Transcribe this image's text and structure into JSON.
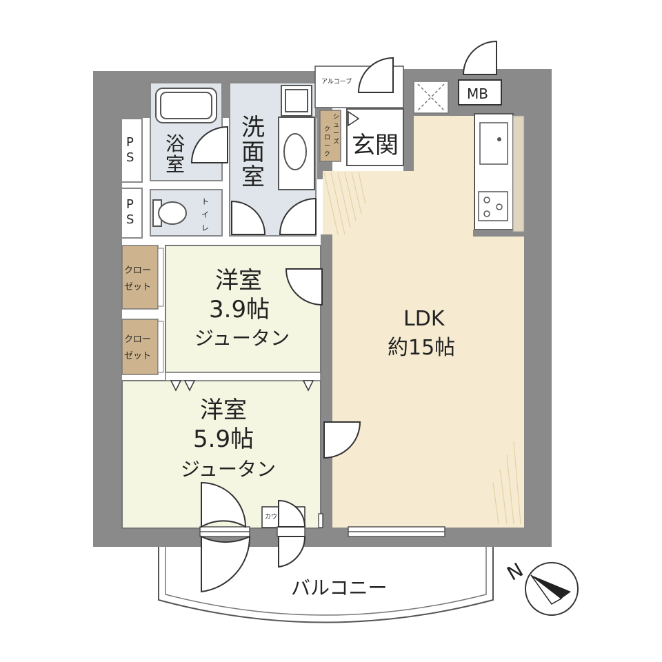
{
  "rooms": {
    "bath": "浴室",
    "washroom": "洗面室",
    "toilet": "トイレ",
    "entrance": "玄関",
    "alcove": "アルコーブ",
    "shoe_cloak": "シューズクローク",
    "mb": "MB",
    "ps": "PS",
    "closet_line1": "クロー",
    "closet_line2": "ゼット",
    "ldk_name": "LDK",
    "ldk_size": "約15帖",
    "room1_name": "洋室",
    "room1_size": "3.9帖",
    "room1_floor": "ジュータン",
    "room2_name": "洋室",
    "room2_size": "5.9帖",
    "room2_floor": "ジュータン",
    "counter": "カウンター",
    "balcony": "バルコニー",
    "compass_letter": "N"
  },
  "colors": {
    "wall": "#8a8a8a",
    "wet_area": "#dfe5ea",
    "ldk_floor": "#f6ebd1",
    "room_floor": "#f4f6e2",
    "storage": "#cdb48e",
    "line": "#333333"
  }
}
